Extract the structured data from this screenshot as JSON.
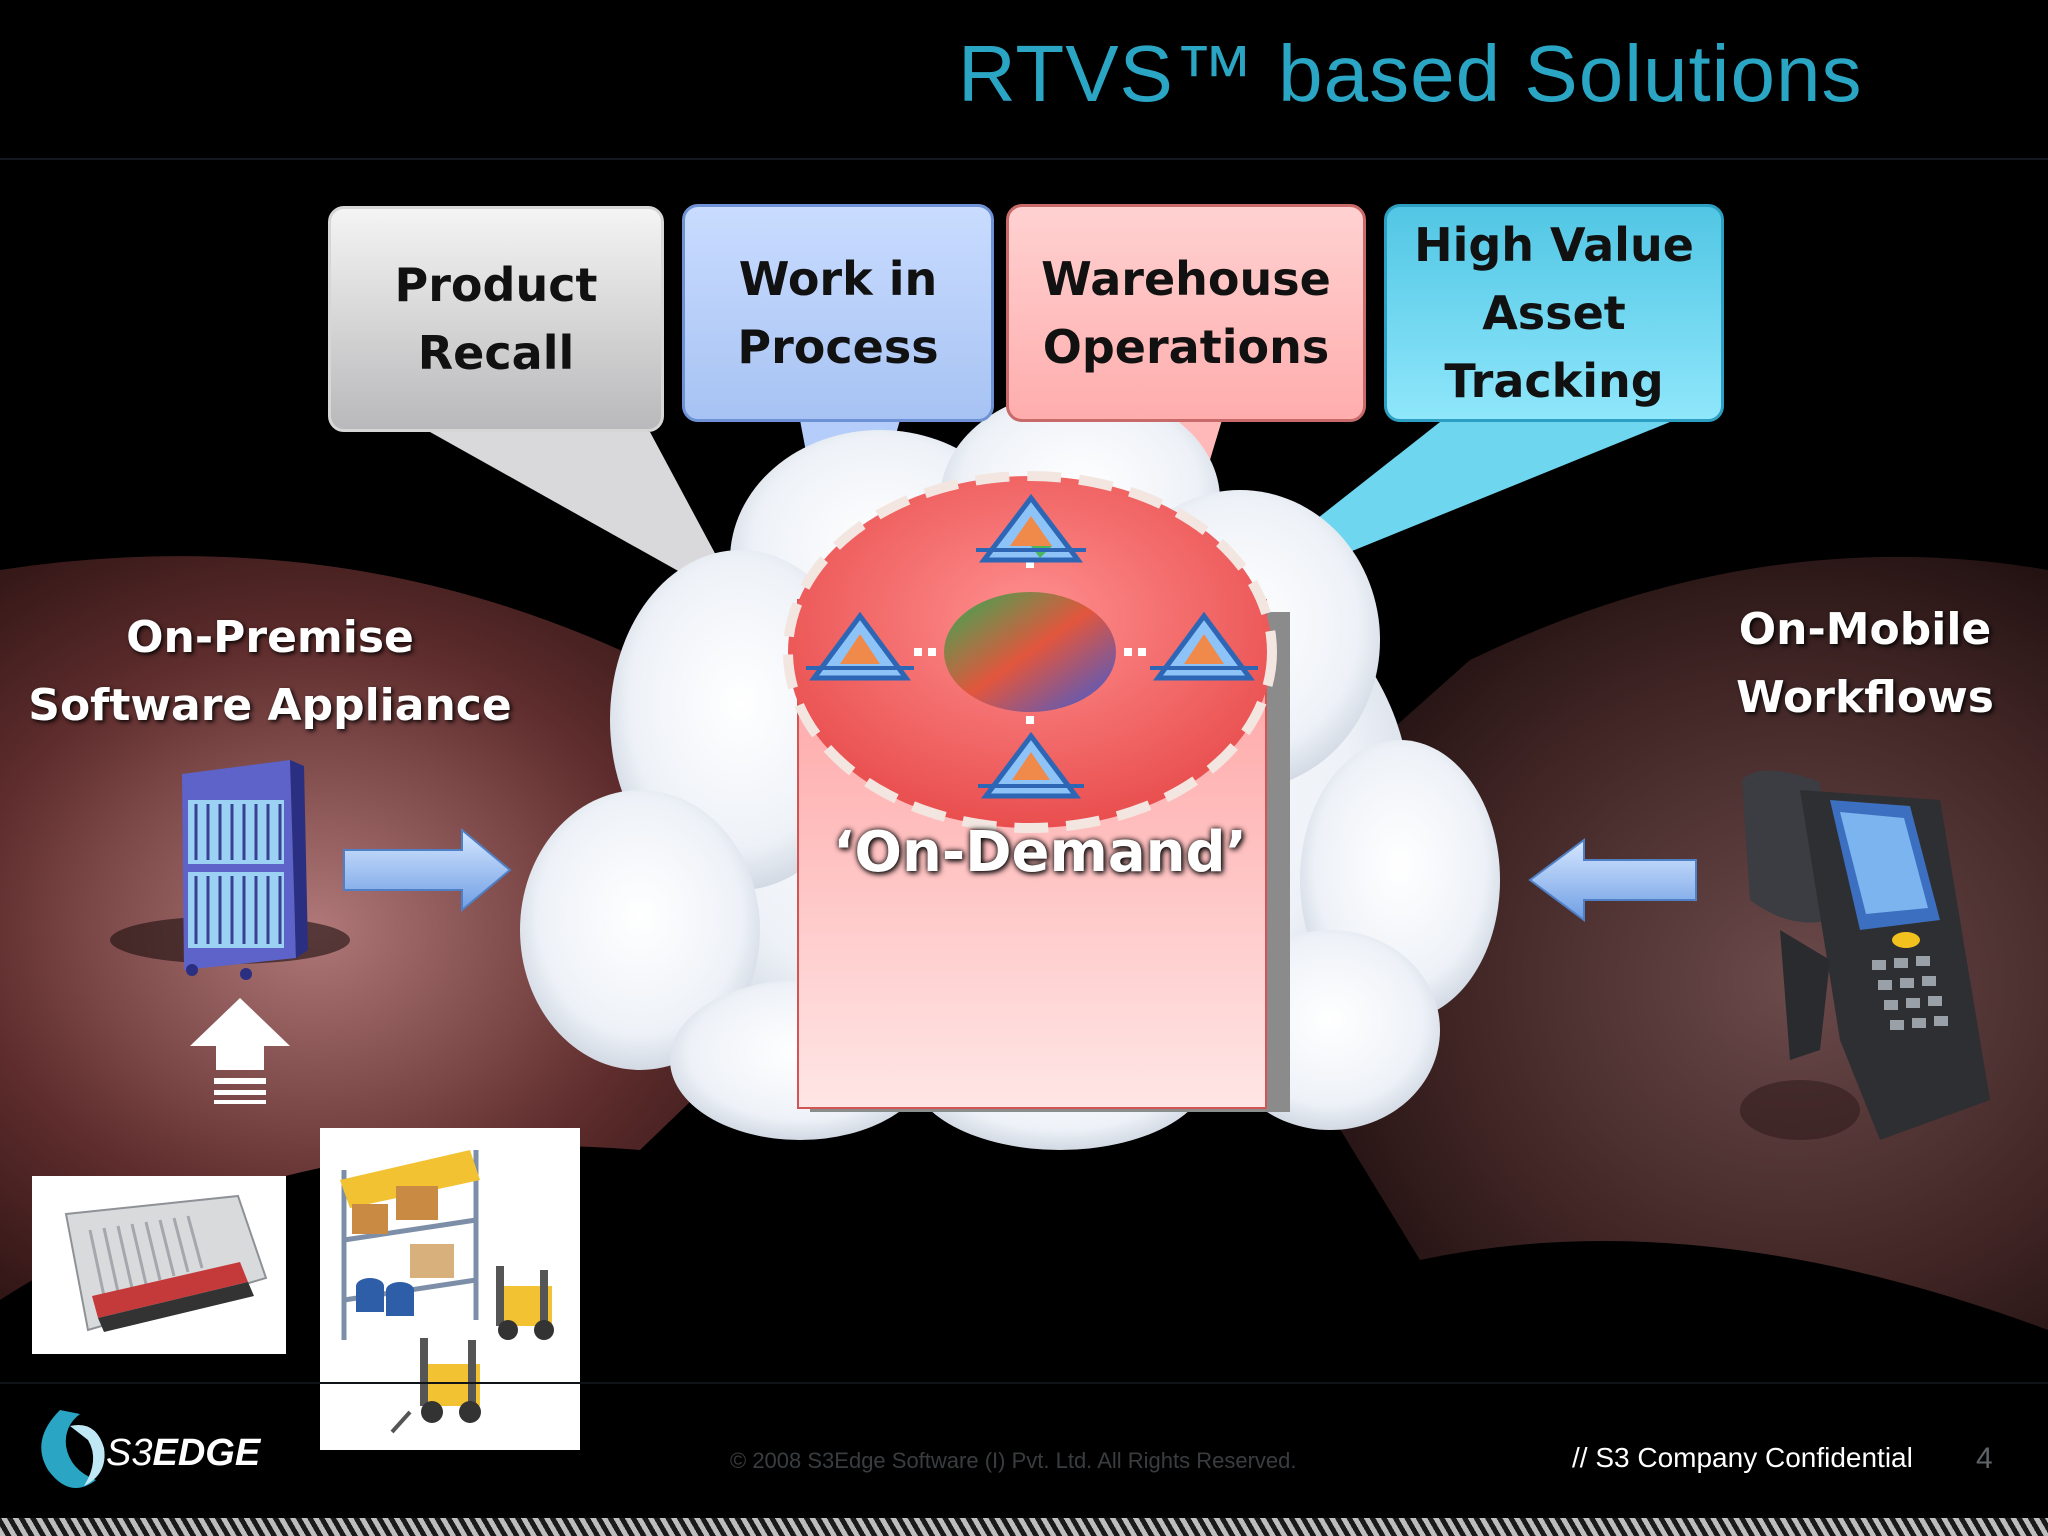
{
  "slide": {
    "title": "RTVS™ based Solutions",
    "callouts": [
      {
        "label": "Product\nRecall",
        "color": "#c9c9cb"
      },
      {
        "label": "Work in\nProcess",
        "color": "#b5cdfa"
      },
      {
        "label": "Warehouse\nOperations",
        "color": "#ffbcbc"
      },
      {
        "label": "High Value\nAsset\nTracking",
        "color": "#6fd6f0"
      }
    ],
    "left_label": "On-Premise\nSoftware Appliance",
    "right_label": "On-Mobile\nWorkflows",
    "center_label": "‘On-Demand’",
    "footer": {
      "logo_prefix": "S3",
      "logo_suffix": "EDGE",
      "copyright": "© 2008 S3Edge Software (I) Pvt. Ltd. All Rights Reserved.",
      "confidential": "// S3 Company Confidential",
      "page_number": "4"
    }
  },
  "icons": [
    "server-rack-icon",
    "rfid-reader-icon",
    "warehouse-forklift-icon",
    "mobile-scanner-icon",
    "s3edge-logo-icon",
    "cloud-icon",
    "network-node-icon",
    "arrow-right-icon",
    "arrow-left-icon",
    "arrow-up-icon"
  ],
  "colors": {
    "title": "#2aa6c4",
    "background": "#000000",
    "spotlight": "#6e3a3a",
    "cloud": "#ffffff",
    "panel": "#ffb9b9",
    "accent_cyan": "#2aa6c4"
  }
}
